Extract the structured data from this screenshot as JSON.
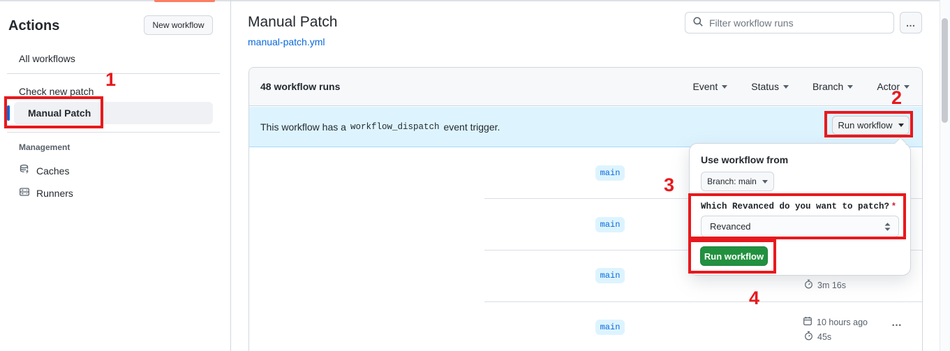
{
  "colors": {
    "annotation_red": "#e8191d",
    "accent_blue": "#0969da",
    "banner_blue": "#ddf4ff",
    "button_green": "#22913f",
    "tab_accent_orange": "#fc7e62"
  },
  "sidebar": {
    "title": "Actions",
    "new_workflow_label": "New workflow",
    "items": [
      {
        "label": "All workflows"
      },
      {
        "label": "Check new patch"
      },
      {
        "label": "Manual Patch",
        "selected": true
      }
    ],
    "management": {
      "label": "Management",
      "items": [
        {
          "label": "Caches"
        },
        {
          "label": "Runners"
        }
      ]
    }
  },
  "header": {
    "title": "Manual Patch",
    "file_link": "manual-patch.yml",
    "search_placeholder": "Filter workflow runs",
    "more_label": "…"
  },
  "runs_panel": {
    "count_label": "48 workflow runs",
    "filters": [
      {
        "label": "Event"
      },
      {
        "label": "Status"
      },
      {
        "label": "Branch"
      },
      {
        "label": "Actor"
      }
    ],
    "banner": {
      "text_before": "This workflow has a",
      "code": "workflow_dispatch",
      "text_after": "event trigger.",
      "run_workflow_label": "Run workflow"
    },
    "rows": [
      {
        "branch": "main"
      },
      {
        "branch": "main"
      },
      {
        "branch": "main",
        "duration": "3m 16s"
      },
      {
        "branch": "main",
        "date": "10 hours ago",
        "duration": "45s",
        "more_label": "…"
      }
    ]
  },
  "popup": {
    "heading": "Use workflow from",
    "branch_selector": "Branch: main",
    "input_label": "Which Revanced do you want to patch?",
    "required_mark": "*",
    "select_value": "Revanced",
    "submit_label": "Run workflow"
  },
  "annotations": {
    "step1": "1",
    "step2": "2",
    "step3": "3",
    "step4": "4"
  }
}
